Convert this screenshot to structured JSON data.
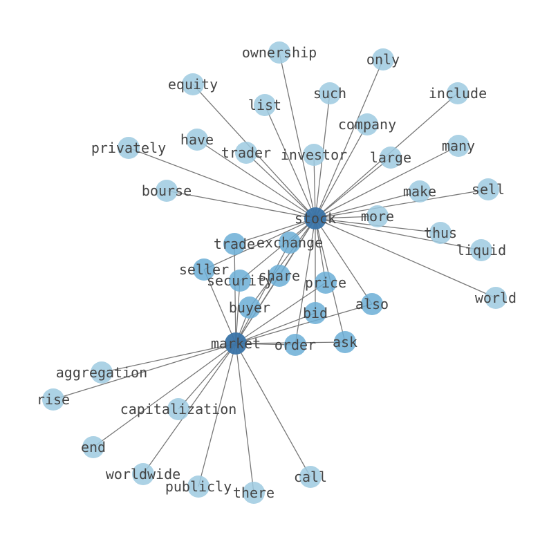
{
  "colors": {
    "leaf_node": "#9ecae1",
    "mid_node": "#6baed6",
    "hub_node": "#3a74a8",
    "edge": "#777777",
    "label": "#444444"
  },
  "nodes": [
    {
      "id": "stock",
      "label": "stock",
      "level": "hub"
    },
    {
      "id": "market",
      "label": "market",
      "level": "hub"
    },
    {
      "id": "ownership",
      "label": "ownership",
      "level": "leaf"
    },
    {
      "id": "only",
      "label": "only",
      "level": "leaf"
    },
    {
      "id": "equity",
      "label": "equity",
      "level": "leaf"
    },
    {
      "id": "such",
      "label": "such",
      "level": "leaf"
    },
    {
      "id": "include",
      "label": "include",
      "level": "leaf"
    },
    {
      "id": "list",
      "label": "list",
      "level": "leaf"
    },
    {
      "id": "company",
      "label": "company",
      "level": "leaf"
    },
    {
      "id": "have",
      "label": "have",
      "level": "leaf"
    },
    {
      "id": "privately",
      "label": "privately",
      "level": "leaf"
    },
    {
      "id": "trader",
      "label": "trader",
      "level": "leaf"
    },
    {
      "id": "investor",
      "label": "investor",
      "level": "leaf"
    },
    {
      "id": "large",
      "label": "large",
      "level": "leaf"
    },
    {
      "id": "many",
      "label": "many",
      "level": "leaf"
    },
    {
      "id": "bourse",
      "label": "bourse",
      "level": "leaf"
    },
    {
      "id": "make",
      "label": "make",
      "level": "leaf"
    },
    {
      "id": "sell",
      "label": "sell",
      "level": "leaf"
    },
    {
      "id": "more",
      "label": "more",
      "level": "leaf"
    },
    {
      "id": "thus",
      "label": "thus",
      "level": "leaf"
    },
    {
      "id": "liquid",
      "label": "liquid",
      "level": "leaf"
    },
    {
      "id": "world",
      "label": "world",
      "level": "leaf"
    },
    {
      "id": "trade",
      "label": "trade",
      "level": "mid"
    },
    {
      "id": "exchange",
      "label": "exchange",
      "level": "mid"
    },
    {
      "id": "seller",
      "label": "seller",
      "level": "mid"
    },
    {
      "id": "security",
      "label": "security",
      "level": "mid"
    },
    {
      "id": "share",
      "label": "share",
      "level": "mid"
    },
    {
      "id": "price",
      "label": "price",
      "level": "mid"
    },
    {
      "id": "buyer",
      "label": "buyer",
      "level": "mid"
    },
    {
      "id": "bid",
      "label": "bid",
      "level": "mid"
    },
    {
      "id": "also",
      "label": "also",
      "level": "mid"
    },
    {
      "id": "order",
      "label": "order",
      "level": "mid"
    },
    {
      "id": "ask",
      "label": "ask",
      "level": "mid"
    },
    {
      "id": "aggregation",
      "label": "aggregation",
      "level": "leaf"
    },
    {
      "id": "rise",
      "label": "rise",
      "level": "leaf"
    },
    {
      "id": "capitalization",
      "label": "capitalization",
      "level": "leaf"
    },
    {
      "id": "end",
      "label": "end",
      "level": "leaf"
    },
    {
      "id": "worldwide",
      "label": "worldwide",
      "level": "leaf"
    },
    {
      "id": "publicly",
      "label": "publicly",
      "level": "leaf"
    },
    {
      "id": "there",
      "label": "there",
      "level": "leaf"
    },
    {
      "id": "call",
      "label": "call",
      "level": "leaf"
    }
  ],
  "edges": [
    [
      "stock",
      "market"
    ],
    [
      "stock",
      "ownership"
    ],
    [
      "stock",
      "only"
    ],
    [
      "stock",
      "equity"
    ],
    [
      "stock",
      "such"
    ],
    [
      "stock",
      "include"
    ],
    [
      "stock",
      "list"
    ],
    [
      "stock",
      "company"
    ],
    [
      "stock",
      "have"
    ],
    [
      "stock",
      "privately"
    ],
    [
      "stock",
      "trader"
    ],
    [
      "stock",
      "investor"
    ],
    [
      "stock",
      "large"
    ],
    [
      "stock",
      "many"
    ],
    [
      "stock",
      "bourse"
    ],
    [
      "stock",
      "make"
    ],
    [
      "stock",
      "sell"
    ],
    [
      "stock",
      "more"
    ],
    [
      "stock",
      "thus"
    ],
    [
      "stock",
      "liquid"
    ],
    [
      "stock",
      "world"
    ],
    [
      "stock",
      "trade"
    ],
    [
      "stock",
      "exchange"
    ],
    [
      "stock",
      "seller"
    ],
    [
      "stock",
      "security"
    ],
    [
      "stock",
      "share"
    ],
    [
      "stock",
      "price"
    ],
    [
      "stock",
      "buyer"
    ],
    [
      "stock",
      "bid"
    ],
    [
      "stock",
      "also"
    ],
    [
      "stock",
      "order"
    ],
    [
      "stock",
      "ask"
    ],
    [
      "market",
      "trade"
    ],
    [
      "market",
      "exchange"
    ],
    [
      "market",
      "seller"
    ],
    [
      "market",
      "security"
    ],
    [
      "market",
      "share"
    ],
    [
      "market",
      "price"
    ],
    [
      "market",
      "buyer"
    ],
    [
      "market",
      "bid"
    ],
    [
      "market",
      "also"
    ],
    [
      "market",
      "order"
    ],
    [
      "market",
      "ask"
    ],
    [
      "market",
      "aggregation"
    ],
    [
      "market",
      "rise"
    ],
    [
      "market",
      "capitalization"
    ],
    [
      "market",
      "end"
    ],
    [
      "market",
      "worldwide"
    ],
    [
      "market",
      "publicly"
    ],
    [
      "market",
      "there"
    ],
    [
      "market",
      "call"
    ]
  ]
}
